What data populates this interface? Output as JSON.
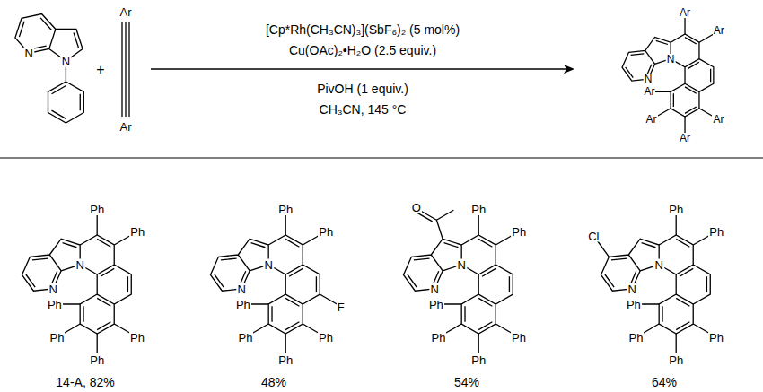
{
  "diagram": {
    "labels": [
      "N",
      "N",
      "+",
      "Ar",
      "Ar",
      "[Cp*Rh(CH₃CN)₃](SbF₆)₂ (5 mol%)",
      "Cu(OAc)₂•H₂O (2.5 equiv.)",
      "PivOH (1 equiv.)",
      "CH₃CN, 145 °C",
      "Ar",
      "Ar",
      "N",
      "N",
      "Ar",
      "Ar",
      "Ar",
      "Ar",
      "Ph",
      "Ph",
      "N",
      "N",
      "Ph",
      "Ph",
      "Ph",
      "Ph",
      "14-A, 82%",
      "Ph",
      "Ph",
      "N",
      "N",
      "Ph",
      "Ph",
      "Ph",
      "Ph",
      "F",
      "48%",
      "O",
      "Ph",
      "Ph",
      "N",
      "N",
      "Ph",
      "Ph",
      "Ph",
      "Ph",
      "54%",
      "Cl",
      "Ph",
      "Ph",
      "N",
      "N",
      "Ph",
      "Ph",
      "Ph",
      "Ph",
      "64%"
    ]
  }
}
